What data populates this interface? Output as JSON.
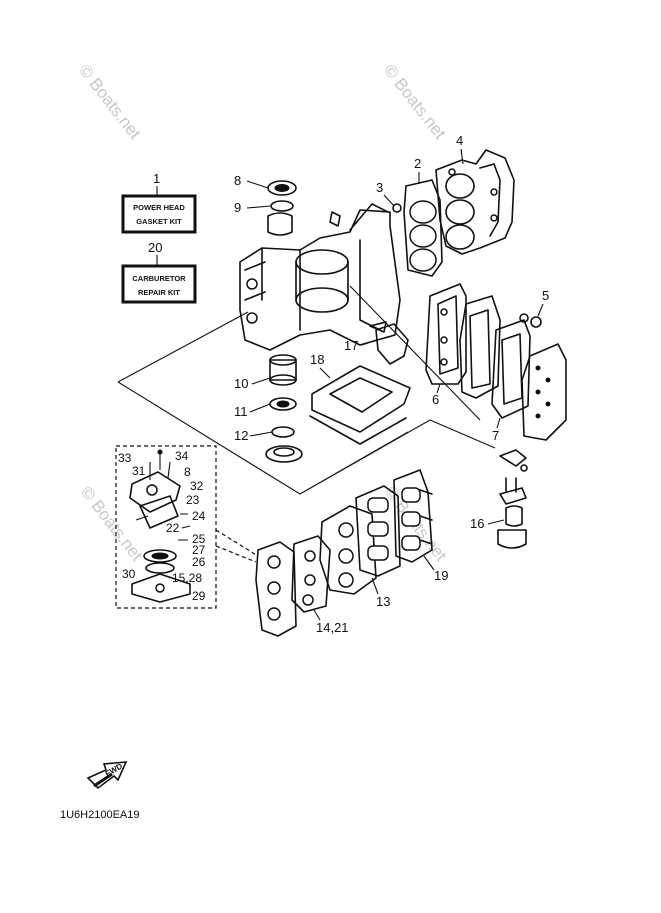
{
  "watermark": {
    "text": "© Boats.net"
  },
  "kits": {
    "power_head": {
      "ref": "1",
      "line1": "POWER HEAD",
      "line2": "GASKET KIT"
    },
    "carburetor": {
      "ref": "20",
      "line1": "CARBURETOR",
      "line2": "REPAIR KIT"
    }
  },
  "refs": {
    "r2": "2",
    "r3": "3",
    "r4": "4",
    "r5": "5",
    "r6": "6",
    "r7": "7",
    "r8": "8",
    "r9": "9",
    "r10": "10",
    "r11": "11",
    "r12": "12",
    "r13": "13",
    "r14_21": "14,21",
    "r16": "16",
    "r17": "17",
    "r18": "18",
    "r19": "19",
    "r22": "22",
    "r23": "23",
    "r24": "24",
    "r25": "25",
    "r26": "26",
    "r27": "27",
    "r29": "29",
    "r30": "30",
    "r31": "31",
    "r32": "32",
    "r33": "33",
    "r34": "34",
    "r8b": "8",
    "r15_28": "15,28"
  },
  "fwd_label": "FWD",
  "diagram_code": "1U6H2100EA19"
}
